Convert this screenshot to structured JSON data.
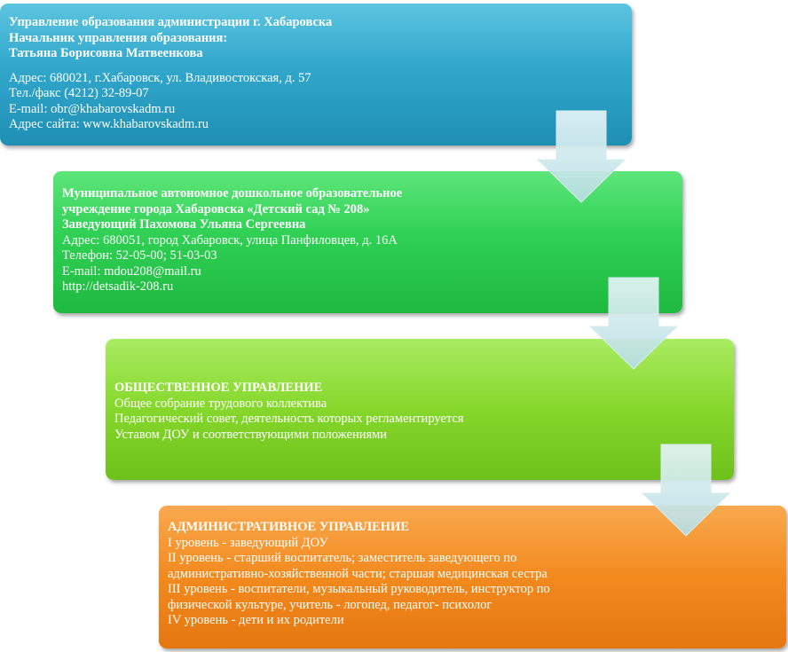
{
  "boxes": [
    {
      "id": "administration",
      "color": "#31a7cc",
      "heading_lines": [
        "Управление образования администрации г. Хабаровска",
        "Начальник управления образования:",
        "Татьяна Борисовна  Матвеенкова"
      ],
      "body_lines": [
        "Адрес: 680021, г.Хабаровск, ул. Владивостокская, д. 57",
        "Тел./факс (4212) 32-89-07",
        "E-mail:  obr@khabarovskadm.ru",
        "Адрес сайта: www.khabarovskadm.ru"
      ]
    },
    {
      "id": "kindergarten",
      "color": "#2fd054",
      "heading_lines": [
        "Муниципальное автономное дошкольное образовательное",
        "учреждение города Хабаровска «Детский сад № 208»",
        "Заведующий Пахомова Ульяна Сергеевна"
      ],
      "body_lines": [
        "Адрес: 680051, город Хабаровск, улица Панфиловцев, д. 16А",
        "Телефон: 52-05-00; 51-03-03",
        "E-mail: mdou208@mail.ru",
        "http://detsadik-208.ru"
      ]
    },
    {
      "id": "public-management",
      "color": "#86d72b",
      "heading_lines": [
        "ОБЩЕСТВЕННОЕ  УПРАВЛЕНИЕ"
      ],
      "body_lines": [
        "Общее собрание трудового коллектива",
        "Педагогический совет, деятельность которых регламентируется",
        "Уставом ДОУ  и соответствующими положениями"
      ]
    },
    {
      "id": "administrative-management",
      "color": "#f28a1e",
      "heading_lines": [
        "АДМИНИСТРАТИВНОЕ  УПРАВЛЕНИЕ"
      ],
      "body_lines": [
        "I уровень - заведующий ДОУ",
        "II уровень - старший воспитатель; заместитель заведующего по",
        "административно-хозяйственной части;  старшая медицинская сестра",
        "III уровень - воспитатели, музыкальный руководитель, инструктор по",
        "физической культуре, учитель - логопед,  педагог- психолог",
        "IV уровень - дети и их родители"
      ]
    }
  ],
  "arrow_color": "#c5e6ea"
}
